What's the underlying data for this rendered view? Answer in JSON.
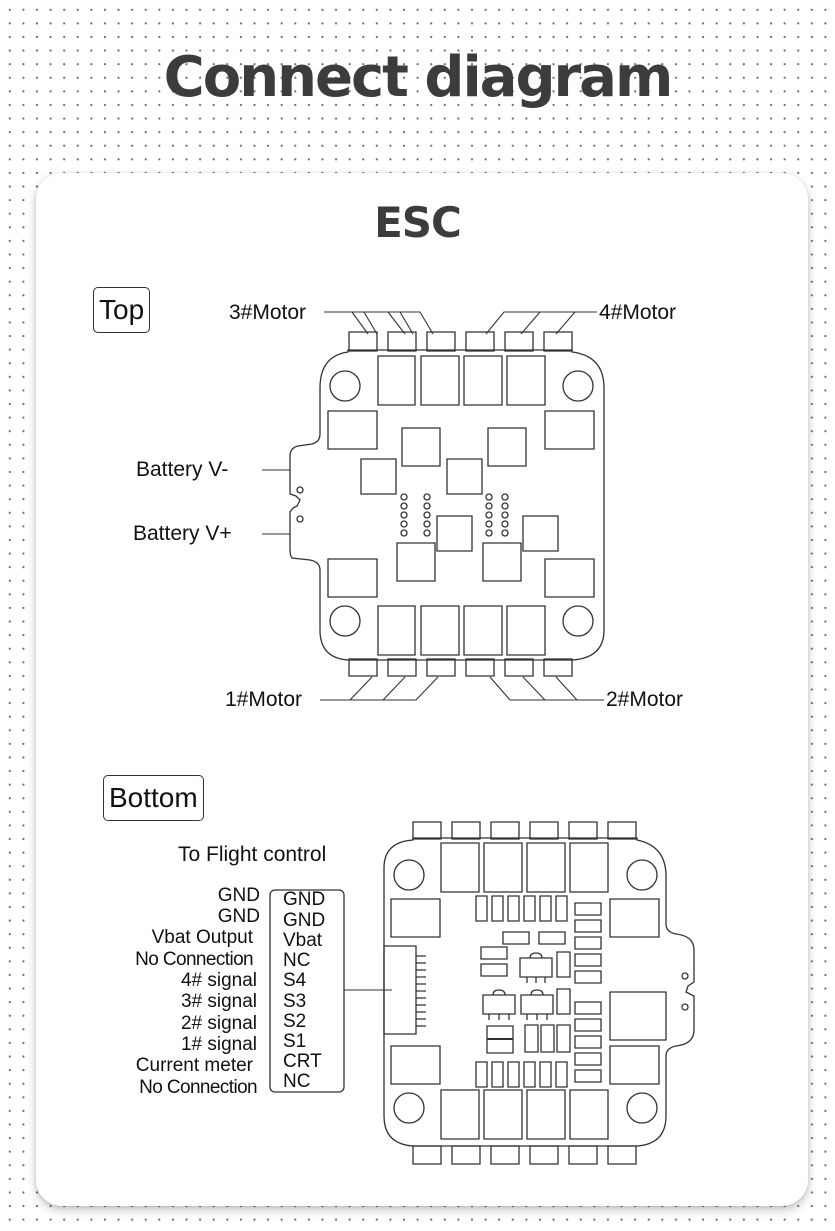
{
  "title": "Connect diagram",
  "card": {
    "heading": "ESC",
    "top_section": {
      "tag": "Top",
      "labels": {
        "motor3": "3#Motor",
        "motor4": "4#Motor",
        "motor1": "1#Motor",
        "motor2": "2#Motor",
        "battery_neg": "Battery V-",
        "battery_pos": "Battery V+"
      }
    },
    "bottom_section": {
      "tag": "Bottom",
      "connector_caption": "To Flight control",
      "pins": [
        {
          "function": "GND",
          "pin": "GND"
        },
        {
          "function": "GND",
          "pin": "GND"
        },
        {
          "function": "Vbat Output",
          "pin": "Vbat"
        },
        {
          "function": "No Connection",
          "pin": "NC"
        },
        {
          "function": "4# signal",
          "pin": "S4"
        },
        {
          "function": "3# signal",
          "pin": "S3"
        },
        {
          "function": "2# signal",
          "pin": "S2"
        },
        {
          "function": "1# signal",
          "pin": "S1"
        },
        {
          "function": "Current meter",
          "pin": "CRT"
        },
        {
          "function": "No Connection",
          "pin": "NC"
        }
      ]
    }
  }
}
